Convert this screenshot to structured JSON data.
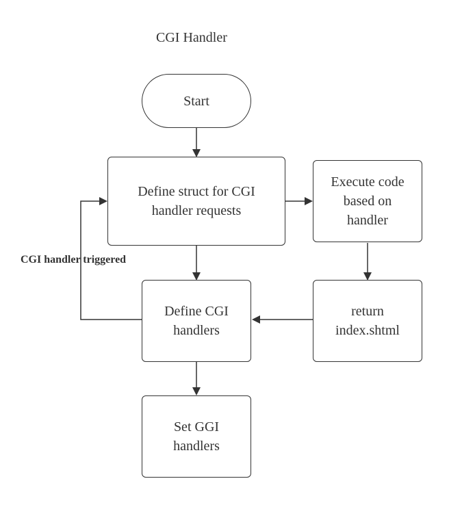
{
  "diagram": {
    "title": "CGI Handler",
    "nodes": {
      "start": "Start",
      "define_struct": "Define struct for CGI\nhandler requests",
      "execute_code": "Execute  code\nbased on\nhandler",
      "define_handlers": "Define CGI\nhandlers",
      "return_index": "return\nindex.shtml",
      "set_handlers": "Set GGI\nhandlers"
    },
    "edge_labels": {
      "loop": "CGI handler triggered"
    },
    "edges": [
      {
        "from": "start",
        "to": "define_struct"
      },
      {
        "from": "define_struct",
        "to": "execute_code"
      },
      {
        "from": "execute_code",
        "to": "return_index"
      },
      {
        "from": "return_index",
        "to": "define_handlers"
      },
      {
        "from": "define_struct",
        "to": "define_handlers"
      },
      {
        "from": "define_handlers",
        "to": "set_handlers"
      },
      {
        "from": "define_handlers",
        "to": "define_struct",
        "label": "CGI handler triggered"
      }
    ]
  }
}
